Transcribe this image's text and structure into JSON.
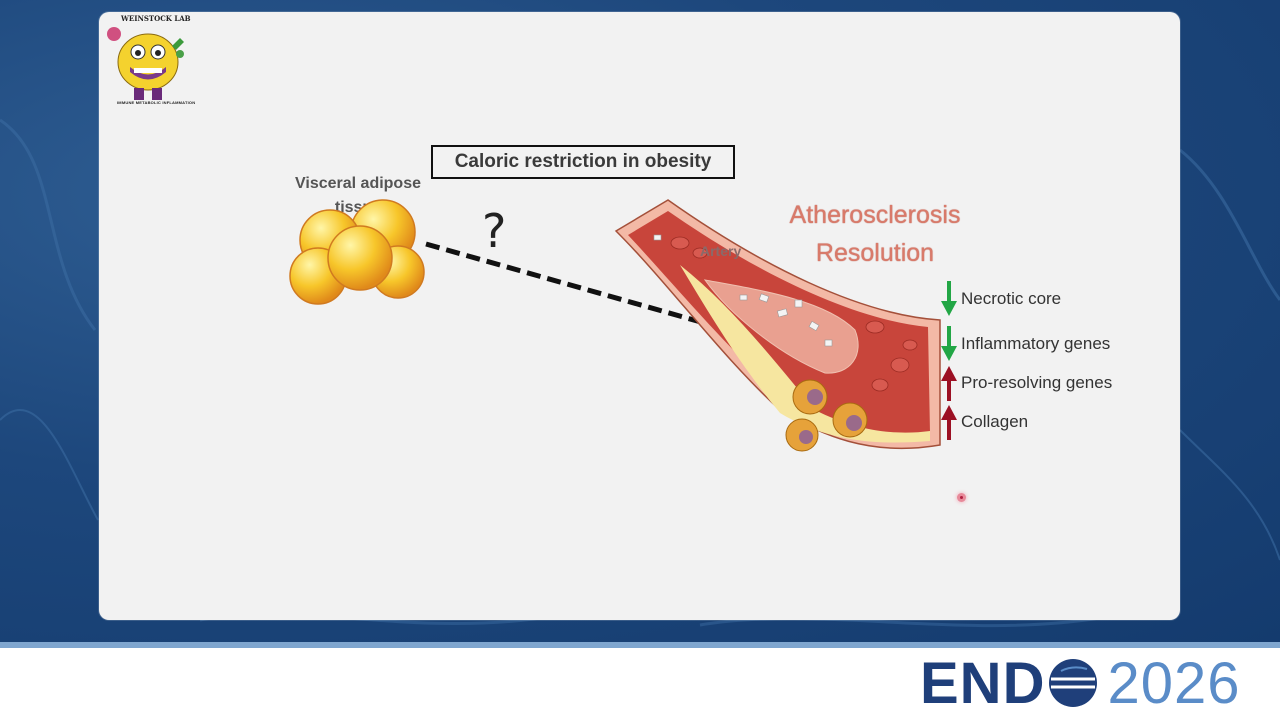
{
  "lab": {
    "name": "WEINSTOCK LAB",
    "tagline": "IMMUNE METABOLIC INFLAMMATION"
  },
  "diagram": {
    "title": "Caloric restriction in obesity",
    "left_label": "Visceral adipose tissue",
    "question": "?",
    "artery_label": "Artery",
    "right_title_line1": "Atherosclerosis",
    "right_title_line2": "Resolution",
    "effects": [
      {
        "label": "Necrotic core",
        "direction": "down",
        "color": "#22a645"
      },
      {
        "label": "Inflammatory genes",
        "direction": "down",
        "color": "#22a645"
      },
      {
        "label": "Pro-resolving genes",
        "direction": "up",
        "color": "#9c1023"
      },
      {
        "label": "Collagen",
        "direction": "up",
        "color": "#9c1023"
      }
    ]
  },
  "branding": {
    "word": "END",
    "year": "2026"
  }
}
